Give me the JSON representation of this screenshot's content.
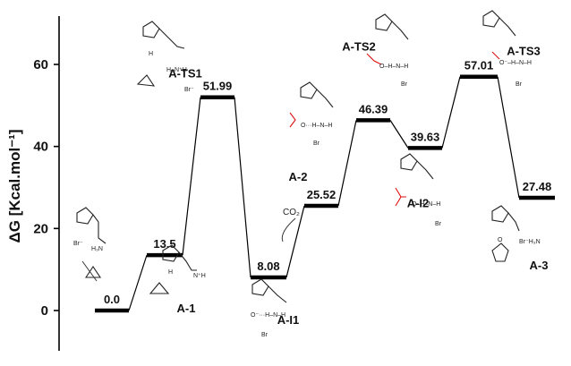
{
  "chart_data": {
    "type": "line",
    "ylabel": "ΔG [Kcal.mol⁻¹]",
    "ylim": [
      -10,
      70
    ],
    "yticks": [
      0,
      20,
      40,
      60
    ],
    "states": [
      {
        "id": "start",
        "name": "",
        "value": 0.0,
        "value_label": "0.0"
      },
      {
        "id": "A1",
        "name": "A-1",
        "value": 13.5,
        "value_label": "13.5"
      },
      {
        "id": "ATS1",
        "name": "A-TS1",
        "value": 51.99,
        "value_label": "51.99"
      },
      {
        "id": "AI1",
        "name": "A-I1",
        "value": 8.08,
        "value_label": "8.08"
      },
      {
        "id": "A2",
        "name": "A-2",
        "value": 25.52,
        "value_label": "25.52"
      },
      {
        "id": "ATS2",
        "name": "A-TS2",
        "value": 46.39,
        "value_label": "46.39"
      },
      {
        "id": "AI2",
        "name": "A-I2",
        "value": 39.63,
        "value_label": "39.63"
      },
      {
        "id": "ATS3",
        "name": "A-TS3",
        "value": 57.01,
        "value_label": "57.01"
      },
      {
        "id": "A3",
        "name": "A-3",
        "value": 27.48,
        "value_label": "27.48"
      }
    ],
    "annotations": {
      "co2": "CO₂"
    },
    "grid": false,
    "legend": "none"
  },
  "colors": {
    "line": "#000000",
    "accent": "#d11111"
  }
}
